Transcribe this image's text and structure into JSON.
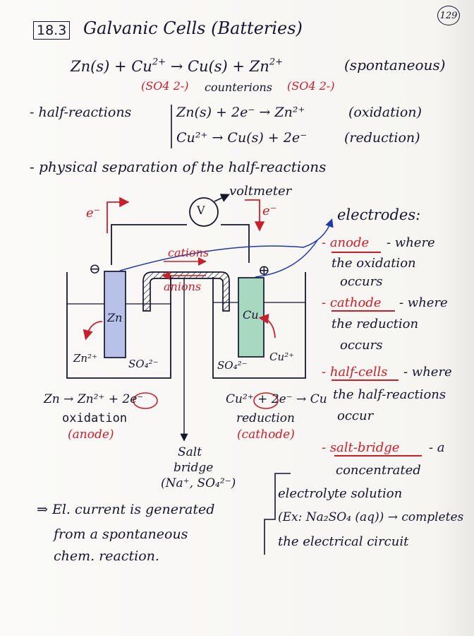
{
  "page_number": "129",
  "section_number": "18.3",
  "title": "Galvanic Cells (Batteries)",
  "reaction": {
    "lhs": "Zn(s) + Cu",
    "lhs_charge": "2+",
    "rhs": "Cu(s) + Zn",
    "rhs_charge": "2+",
    "note": "(spontaneous)",
    "counterion_left": "SO4 2-",
    "counterion_label": "counterions",
    "counterion_right": "SO4 2-"
  },
  "half_reactions": {
    "label": "- half-reactions",
    "oxidation_eq": "Zn(s) + 2e⁻ → Zn²⁺",
    "oxidation_tag": "(oxidation)",
    "reduction_eq": "Cu²⁺ → Cu(s) + 2e⁻",
    "reduction_tag": "(reduction)"
  },
  "separation_line": "- physical separation of the half-reactions",
  "diagram": {
    "voltmeter_symbol": "V",
    "voltmeter_label": "voltmeter",
    "electron_left": "e⁻",
    "electron_right": "e⁻",
    "cations_label": "cations",
    "anions_label": "anions",
    "minus_sign": "⊖",
    "plus_sign": "⊕",
    "left_electrode": "Zn",
    "right_electrode": "Cu",
    "left_ion_a": "Zn²⁺",
    "left_ion_b": "SO₄²⁻",
    "right_ion_a": "SO₄²⁻",
    "right_ion_b": "Cu²⁺",
    "left_reaction": "Zn → Zn²⁺ + 2e⁻",
    "left_process": "oxidation",
    "left_role": "(anode)",
    "right_reaction": "Cu²⁺ + 2e⁻ → Cu",
    "right_process": "reduction",
    "right_role": "(cathode)",
    "salt_bridge_l1": "Salt",
    "salt_bridge_l2": "bridge",
    "salt_bridge_l3": "(Na⁺, SO₄²⁻)"
  },
  "notes": {
    "electrodes": "electrodes:",
    "anode_term": "anode",
    "anode_def_1": "- where",
    "anode_def_2": "the oxidation",
    "anode_def_3": "occurs",
    "cathode_term": "cathode",
    "cathode_def_1": "- where",
    "cathode_def_2": "the reduction",
    "cathode_def_3": "occurs",
    "halfcells_term": "half-cells",
    "halfcells_def_1": "- where",
    "halfcells_def_2": "the half-reactions",
    "halfcells_def_3": "occur",
    "saltbridge_term": "salt-bridge",
    "saltbridge_def_1": "- a",
    "saltbridge_def_2": "concentrated",
    "saltbridge_def_3": "electrolyte solution",
    "saltbridge_def_4": "(Ex: Na₂SO₄ (aq)) → completes",
    "saltbridge_def_5": "the electrical circuit"
  },
  "conclusion": {
    "line1": "⇒ El. current is generated",
    "line2": "from a spontaneous",
    "line3": "chem. reaction."
  },
  "colors": {
    "ink": "#15152e",
    "red_ink": "#c8202a",
    "blue_ink": "#1f3aa8",
    "zn_electrode": "#b8c2e8",
    "cu_electrode": "#a8d8c0"
  }
}
